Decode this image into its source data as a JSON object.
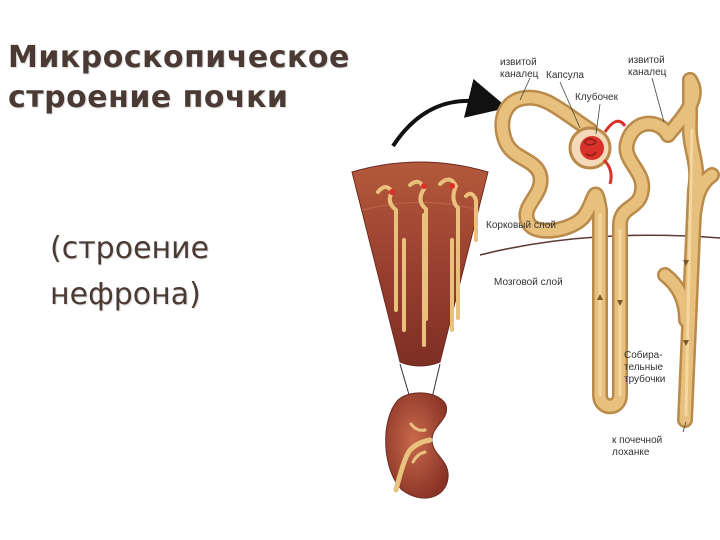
{
  "title": {
    "line1": "Микроскопическое",
    "line2": "строение почки"
  },
  "subtitle": {
    "line1": "(строение",
    "line2": "нефрона)"
  },
  "labels": {
    "tubule_left_1": "извитой",
    "tubule_left_2": "каналец",
    "capsule": "Капсула",
    "tubule_right_1": "извитой",
    "tubule_right_2": "каналец",
    "glomerulus": "Клубочек",
    "cortex": "Корковый слой",
    "medulla": "Мозговой слой",
    "collecting_1": "Собира-",
    "collecting_2": "тельные",
    "collecting_3": "трубочки",
    "pelvis_1": "к почечной",
    "pelvis_2": "лоханке"
  },
  "colors": {
    "title_text": "#4a3a33",
    "tubule": "#e7bd7a",
    "tubule_dark": "#b98a4a",
    "kidney_tissue": "#9a4030",
    "glomerulus": "#d8312a",
    "boundary_line": "#5c3b35"
  }
}
